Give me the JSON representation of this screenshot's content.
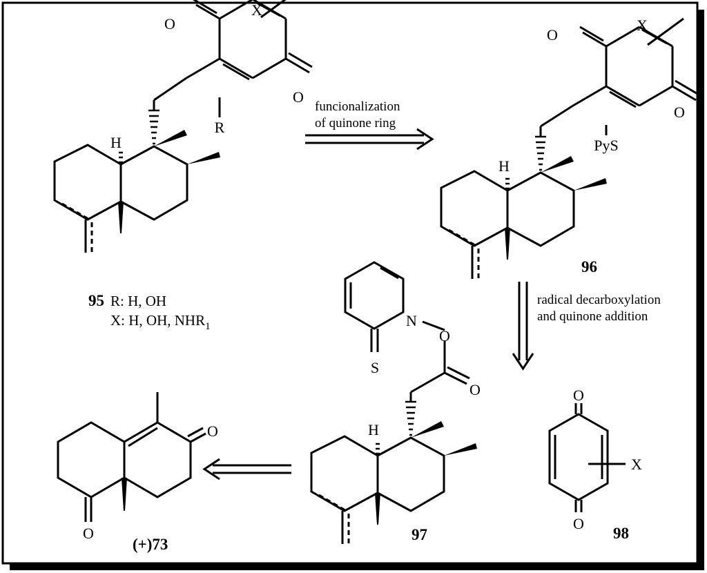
{
  "compounds": [
    {
      "number": "95",
      "r_label": "R: H, OH",
      "x_label": "X: H, OH, NHR",
      "x_subscript": "1"
    },
    {
      "number": "96"
    },
    {
      "number": "97"
    },
    {
      "number": "98"
    },
    {
      "number": "(+)73"
    }
  ],
  "atoms": {
    "oxygen": "O",
    "hydrogen": "H",
    "nitrogen": "N",
    "sulfur": "S",
    "substituent_x": "X",
    "substituent_r": "R",
    "pyridylthio": "PyS"
  },
  "arrows": [
    {
      "line1": "funcionalization",
      "line2": "of quinone ring"
    },
    {
      "line1": "radical decarboxylation",
      "line2": "and quinone addition"
    },
    {
      "line1": "",
      "line2": ""
    }
  ],
  "colors": {
    "ink": "#000000",
    "background": "#ffffff",
    "shadow": "#000000"
  }
}
